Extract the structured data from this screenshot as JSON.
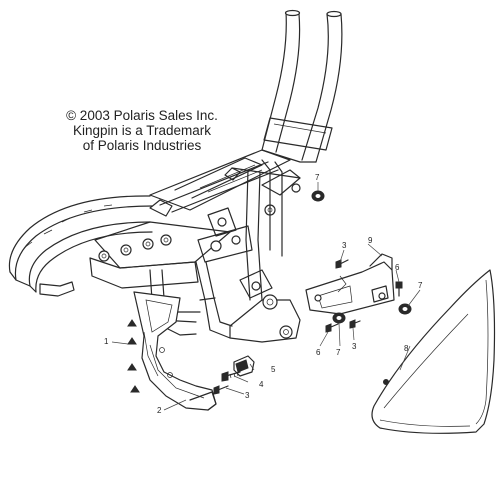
{
  "copyright": {
    "line1": "© 2003 Polaris Sales Inc.",
    "line2": "Kingpin is a Trademark",
    "line3": "of Polaris Industries"
  },
  "callouts": [
    {
      "id": "1-left",
      "label": "1"
    },
    {
      "id": "2",
      "label": "2"
    },
    {
      "id": "3-lower",
      "label": "3"
    },
    {
      "id": "4",
      "label": "4"
    },
    {
      "id": "5",
      "label": "5"
    },
    {
      "id": "3-top",
      "label": "3"
    },
    {
      "id": "9",
      "label": "9"
    },
    {
      "id": "6-right",
      "label": "6"
    },
    {
      "id": "7-top",
      "label": "7"
    },
    {
      "id": "7-right",
      "label": "7"
    },
    {
      "id": "6-lower",
      "label": "6"
    },
    {
      "id": "7-lower",
      "label": "7"
    },
    {
      "id": "3-right",
      "label": "3"
    },
    {
      "id": "8",
      "label": "8"
    }
  ]
}
